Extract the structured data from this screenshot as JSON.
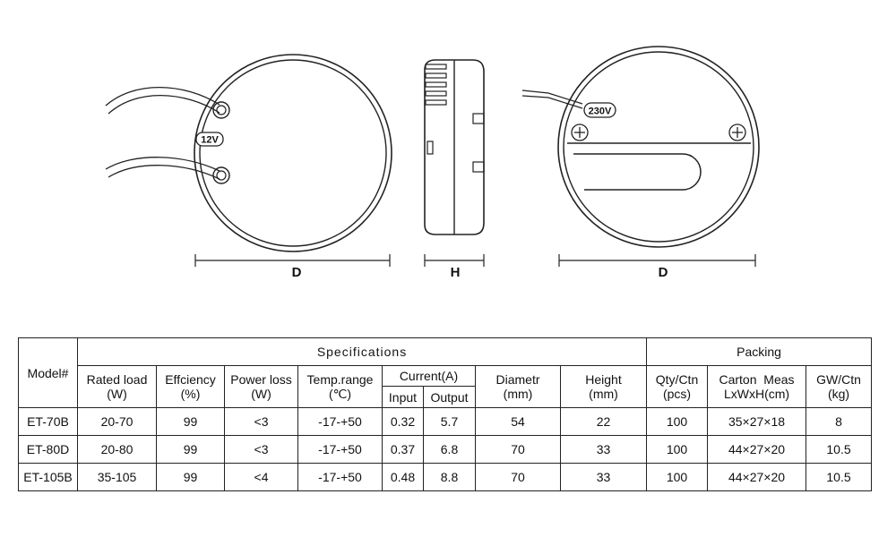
{
  "drawings": {
    "front_view": {
      "wire_label": "12V",
      "dimension_label": "D"
    },
    "side_view": {
      "dimension_label": "H"
    },
    "back_view": {
      "wire_label": "230V",
      "dimension_label": "D"
    }
  },
  "table": {
    "model_header": "Model#",
    "groups": {
      "specifications": "Specifications",
      "packing": "Packing"
    },
    "headers": {
      "rated_load": [
        "Rated load",
        "(W)"
      ],
      "efficiency": [
        "Effciency",
        "(%)"
      ],
      "power_loss": [
        "Power loss",
        "(W)"
      ],
      "temp_range": [
        "Temp.range",
        "(℃)"
      ],
      "current": "Current(A)",
      "input": "Input",
      "output": "Output",
      "diameter": [
        "Diametr",
        "(mm)"
      ],
      "height": [
        "Height",
        "(mm)"
      ],
      "qty_ctn": [
        "Qty/Ctn",
        "(pcs)"
      ],
      "carton_meas": [
        "Carton  Meas",
        "LxWxH(cm)"
      ],
      "gw_ctn": [
        "GW/Ctn",
        "(kg)"
      ]
    },
    "rows": [
      [
        "ET-70B",
        "20-70",
        "99",
        "<3",
        "-17-+50",
        "0.32",
        "5.7",
        "54",
        "22",
        "100",
        "35×27×18",
        "8"
      ],
      [
        "ET-80D",
        "20-80",
        "99",
        "<3",
        "-17-+50",
        "0.37",
        "6.8",
        "70",
        "33",
        "100",
        "44×27×20",
        "10.5"
      ],
      [
        "ET-105B",
        "35-105",
        "99",
        "<4",
        "-17-+50",
        "0.48",
        "8.8",
        "70",
        "33",
        "100",
        "44×27×20",
        "10.5"
      ]
    ]
  }
}
